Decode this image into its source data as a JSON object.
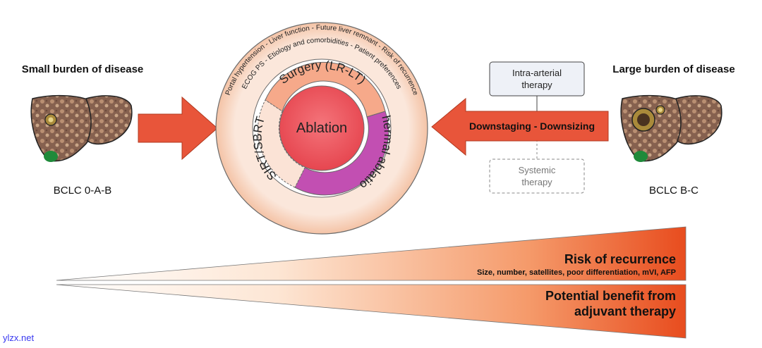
{
  "left_panel": {
    "heading": "Small burden of disease",
    "stage_label": "BCLC 0-A-B"
  },
  "right_panel": {
    "heading": "Large burden of disease",
    "stage_label": "BCLC B-C"
  },
  "center": {
    "core_label": "Ablation",
    "segment_surgery": "Surgery (LR-LT)",
    "segment_thermal": "Thermal ablation",
    "segment_sirt": "SIRT/SBRT",
    "outer_ring_line1": "Portal hypertension - Liver function - Future liver remnant - Risk of recurrence",
    "outer_ring_line2": "ECOG PS - Etiology and comorbidities - Patient preferences"
  },
  "therapies": {
    "intra_arterial": [
      "Intra-arterial",
      "therapy"
    ],
    "systemic": [
      "Systemic",
      "therapy"
    ],
    "arrow_label": "Downstaging - Downsizing"
  },
  "gradient_bars": {
    "top_title": "Risk of recurrence",
    "top_subtitle": "Size, number, satellites, poor differentiation, mVI, AFP",
    "bottom_line1": "Potential benefit from",
    "bottom_line2": "adjuvant therapy"
  },
  "watermark": "ylzx.net",
  "colors": {
    "arrow": "#e8553a",
    "ablation_core": "#ef5a60",
    "surgery": "#f6a98a",
    "thermal": "#c24fb2",
    "sirt": "#fbe3d6",
    "outer_ring": "#f9d9c6",
    "gradient_dark": "#e84c1e",
    "gradient_light": "#ffffff",
    "watermark": "#3a3af0",
    "liver": "#7a5a4a"
  },
  "icons": [
    "liver-icon",
    "tumor-icon",
    "gallbladder-icon"
  ]
}
